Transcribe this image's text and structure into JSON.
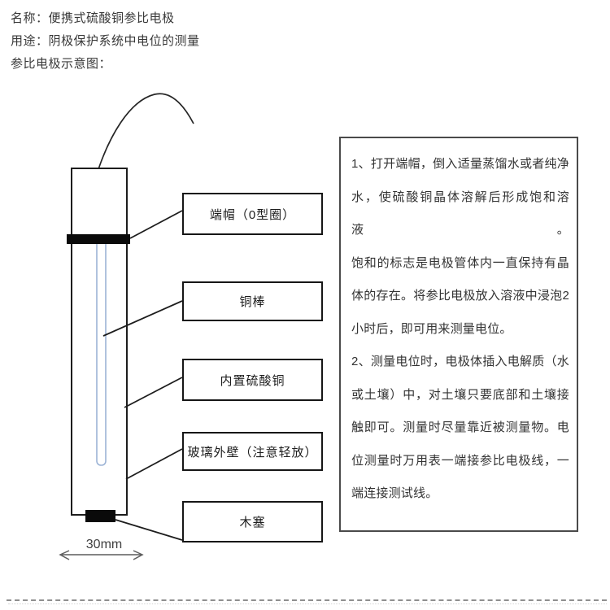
{
  "header": {
    "lines": [
      "名称：便携式硫酸铜参比电极",
      "用途：阴极保护系统中电位的测量",
      "参比电极示意图："
    ]
  },
  "diagram": {
    "callouts": [
      "端帽（0型圈）",
      "铜棒",
      "内置硫酸铜",
      "玻璃外壁（注意轻放）",
      "木塞"
    ],
    "dimension_label": "30mm",
    "colors": {
      "outline": "#1d1d1d",
      "solid_black": "#0a0a0a",
      "copper_rod_blue": "#9db4d6",
      "info_border_gray": "#4a4a4a"
    }
  },
  "instructions": {
    "lines": [
      "1、打开端帽，倒入适量蒸馏水或者纯净",
      "水，使硫酸铜晶体溶解后形成饱和溶液。",
      "饱和的标志是电极管体内一直保持有晶",
      "体的存在。将参比电极放入溶液中浸泡2",
      "小时后，即可用来测量电位。",
      "2、测量电位时，电极体插入电解质（水",
      "或土壤）中，对土壤只要底部和土壤接",
      "触即可。测量时尽量靠近被测量物。电",
      "位测量时万用表一端接参比电极线，一",
      "端连接测试线。"
    ]
  }
}
